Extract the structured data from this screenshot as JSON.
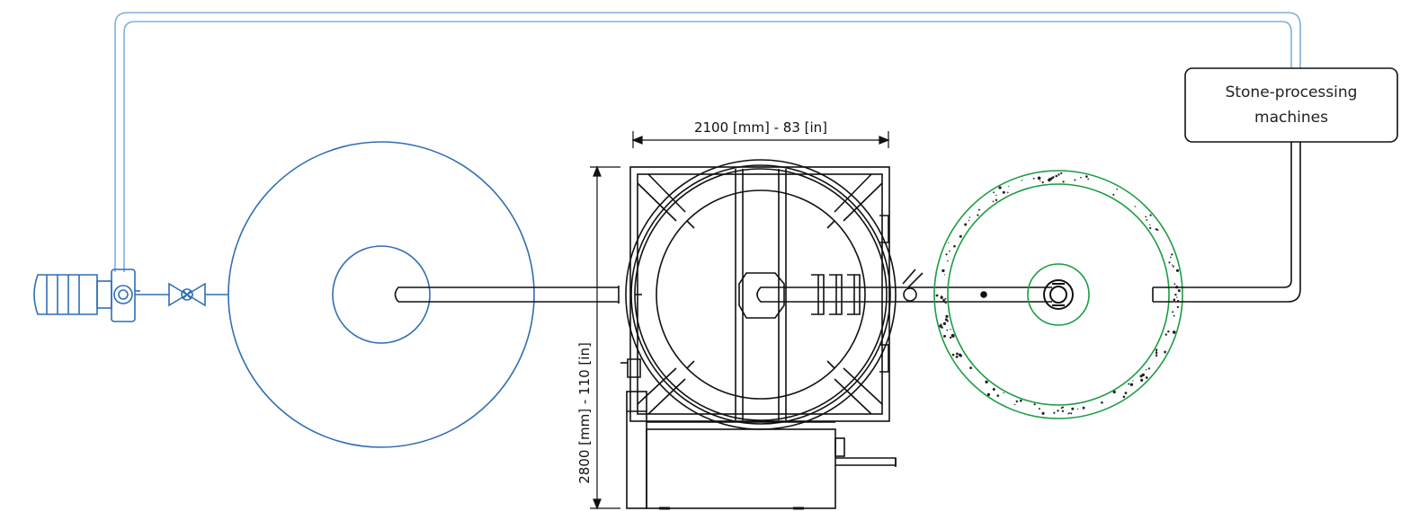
{
  "labels": {
    "machines_line1": "Stone-processing",
    "machines_line2": "machines",
    "width_dimension": "2100 [mm] - 83 [in]",
    "height_dimension": "2800 [mm] - 110 [in]"
  },
  "colors": {
    "clean_water": "#2f6fb3",
    "clean_water_pipe": "#7fb1dc",
    "dirty_tank": "#1e9b45",
    "equipment": "#111111",
    "sediment": "#222222"
  }
}
